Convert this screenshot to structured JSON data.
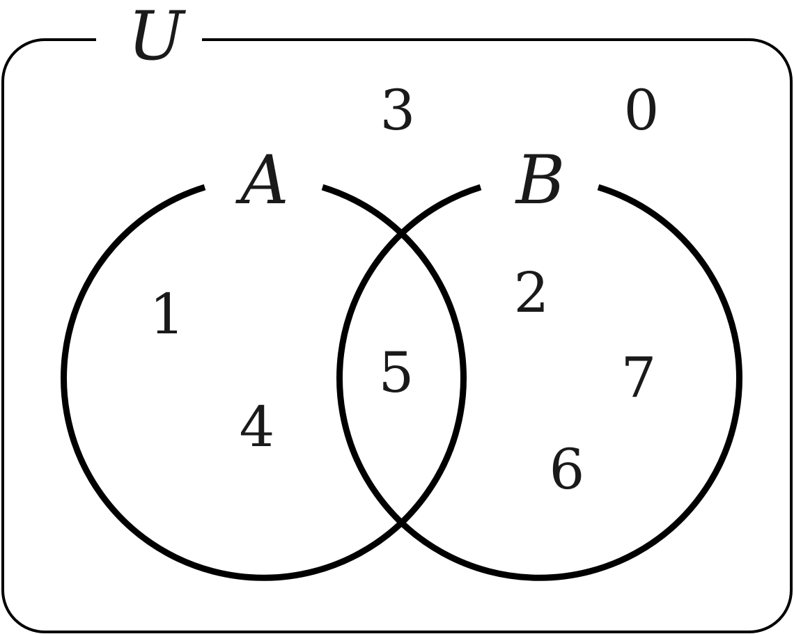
{
  "universe": {
    "label": "U"
  },
  "sets": [
    {
      "id": "a",
      "label": "A"
    },
    {
      "id": "b",
      "label": "B"
    }
  ],
  "regions": {
    "only_a": [
      "1",
      "4"
    ],
    "a_and_b": [
      "5"
    ],
    "only_b": [
      "2",
      "7",
      "6"
    ],
    "outside": [
      "3",
      "0"
    ]
  },
  "colors": {
    "stroke": "#000000",
    "text": "#1a1a1a",
    "background": "#ffffff"
  }
}
